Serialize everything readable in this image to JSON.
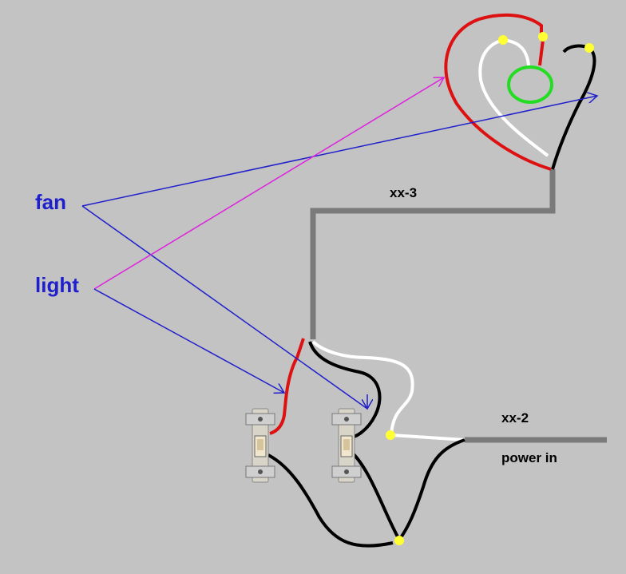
{
  "labels": {
    "fan": "fan",
    "light": "light",
    "cable_top": "xx-3",
    "cable_right": "xx-2",
    "power": "power in"
  },
  "colors": {
    "background": "#c3c3c3",
    "hot_wire": "#dd1111",
    "neutral_wire": "#ffffff",
    "line_wire": "#000000",
    "cable": "#7a7a7a",
    "fan_arrow": "#1f1fcc",
    "light_arrow": "#dd22dd",
    "light_fixture": "#22dd22",
    "wire_nut": "#ffff33"
  },
  "icons": {
    "switch": "toggle-switch-icon",
    "fixture": "light-fixture-icon",
    "nut": "wire-nut-icon"
  }
}
